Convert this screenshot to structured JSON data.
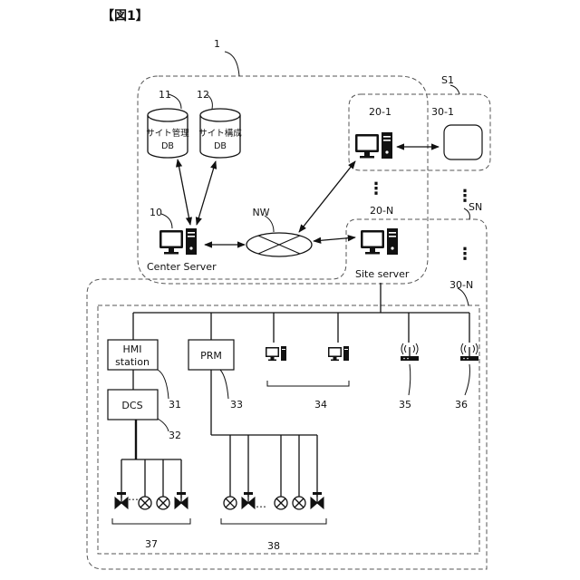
{
  "figure_title": "【図1】",
  "refs": {
    "system": "1",
    "db1_ref": "11",
    "db2_ref": "12",
    "center_ref": "10",
    "nw_label": "NW",
    "site1": "S1",
    "site1_server_ref": "20-1",
    "site1_device_ref": "30-1",
    "siteN": "SN",
    "siteN_server_ref": "20-N",
    "siteN_device_ref": "30-N",
    "hmi_ref": "31",
    "dcs_ref": "32",
    "prm_ref": "33",
    "pcs_ref": "34",
    "wireless1_ref": "35",
    "wireless2_ref": "36",
    "valves1_ref": "37",
    "valves2_ref": "38"
  },
  "labels": {
    "db1_line1": "サイト管理",
    "db1_line2": "DB",
    "db2_line1": "サイト構成",
    "db2_line2": "DB",
    "center_server": "Center Server",
    "site_server": "Site server",
    "hmi_line1": "HMI",
    "hmi_line2": "station",
    "dcs": "DCS",
    "prm": "PRM",
    "ellipsis_v": "⋮",
    "ellipsis_h": "…"
  }
}
